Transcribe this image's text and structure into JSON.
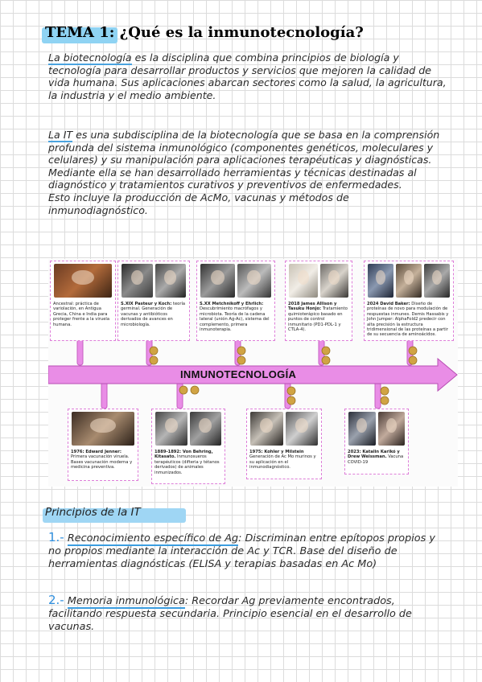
{
  "title": {
    "prefix": "TEMA 1",
    "rest": ": ¿Qué es la inmunotecnología?"
  },
  "para1": {
    "term": "La biotecnología",
    "text": " es la disciplina que combina principios de biología y tecnología para desarrollar productos y servicios que mejoren la calidad de vida humana. Sus aplicaciones abarcan sectores como la salud, la agricultura, la industria y el medio ambiente."
  },
  "para2": {
    "term": "La IT",
    "text": " es una subdisciplina de la biotecnología que se basa en la comprensión profunda del sistema inmunológico (componentes genéticos, moleculares y celulares) y su manipulación para aplicaciones terapéuticas y diagnósticas. Mediante ella se han desarrollado herramientas y técnicas destinadas al diagnóstico y tratamientos curativos y preventivos de enfermedades.",
    "line2": "Esto incluye la producción de AcMo, vacunas y métodos de inmunodiagnóstico."
  },
  "timeline": {
    "label": "INMUNOTECNOLOGÍA",
    "top_cards": [
      {
        "bold": "",
        "text": "Ancestral: práctica de variolación, en Antigua Grecia, China e India para proteger frente a la viruela humana."
      },
      {
        "bold": "S.XIX Pasteur y Koch:",
        "text": " teoría germinal. Generación de vacunas y antibióticos derivados de avances en microbiología."
      },
      {
        "bold": "S.XX Metchnikoff y Ehrlich:",
        "text": " Descubrimiento macrófagos y microbiota. Teoría de la cadena lateral (unión Ag-Ac), sistema del complemento, primera inmunoterapia."
      },
      {
        "bold": "2018 James Allison y Tasuku Honjo:",
        "text": " Tratamiento quimioterápico basado en puntos de control inmunitario (PD1-PDL-1 y CTLA-4)."
      },
      {
        "bold": "2024 David Baker:",
        "text": " Diseño de proteínas de novo para modulación de respuestas inmunes. Demis Hassabis y John Jumper: AlphaFold2 predecir con alta precisión la estructura tridimensional de las proteínas a partir de su secuencia de aminoácidos."
      }
    ],
    "bottom_cards": [
      {
        "bold": "1976: Edward Jenner:",
        "text": " Primera vacunación viruela. Bases vacunación moderna y medicina preventiva."
      },
      {
        "bold": "1889-1892: Von Behring, Kitasato.",
        "text": " Inmunosueros terapéuticos (difteria y tétanos derivados) de animales inmunizados."
      },
      {
        "bold": "1975: Kohler y Milstein",
        "text": " Generación de Ac Mo murinos y su aplicación en el inmunodiagnóstico."
      },
      {
        "bold": "2023: Katalin Karikó y Drew Weissman.",
        "text": " Vacuna COVID-19"
      }
    ]
  },
  "principles": {
    "heading": "Principios de la IT",
    "items": [
      {
        "num": "1.-",
        "title": "Reconocimiento específico de Ag",
        "text": ": Discriminan entre epítopos propios y no propios mediante la interacción de Ac y TCR. Base del diseño de herramientas diagnósticas (ELISA y terapias basadas en Ac Mo)"
      },
      {
        "num": "2.-",
        "title": "Memoria inmunológica",
        "text": ": Recordar Ag previamente encontrados, facilitando respuesta secundaria. Principio esencial en el desarrollo de vacunas."
      }
    ]
  },
  "colors": {
    "accent_blue": "#4aa3df",
    "timeline_pink": "#e98de6",
    "card_border": "#de7fd9"
  }
}
